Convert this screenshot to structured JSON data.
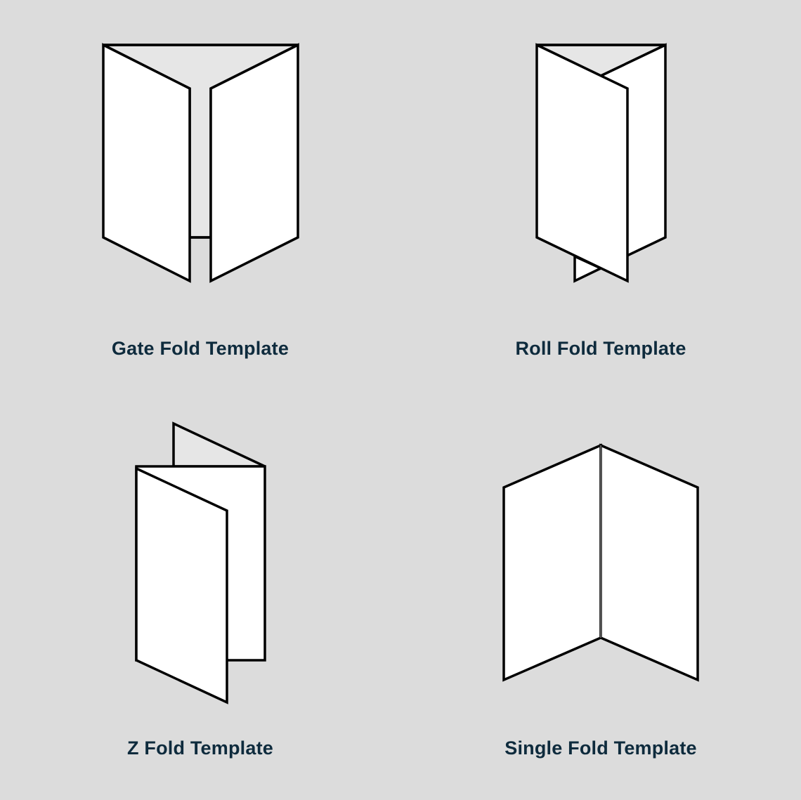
{
  "page": {
    "background": "#dcdcdc",
    "label_color": "#0e2b3d",
    "panel_fill": "#ffffff",
    "inner_fill": "#e6e6e6",
    "stroke": "#000000"
  },
  "templates": [
    {
      "id": "gate",
      "label": "Gate Fold Template",
      "icon": "gate-fold-icon"
    },
    {
      "id": "roll",
      "label": "Roll Fold Template",
      "icon": "roll-fold-icon"
    },
    {
      "id": "z",
      "label": "Z Fold Template",
      "icon": "z-fold-icon"
    },
    {
      "id": "single",
      "label": "Single Fold Template",
      "icon": "single-fold-icon"
    }
  ]
}
